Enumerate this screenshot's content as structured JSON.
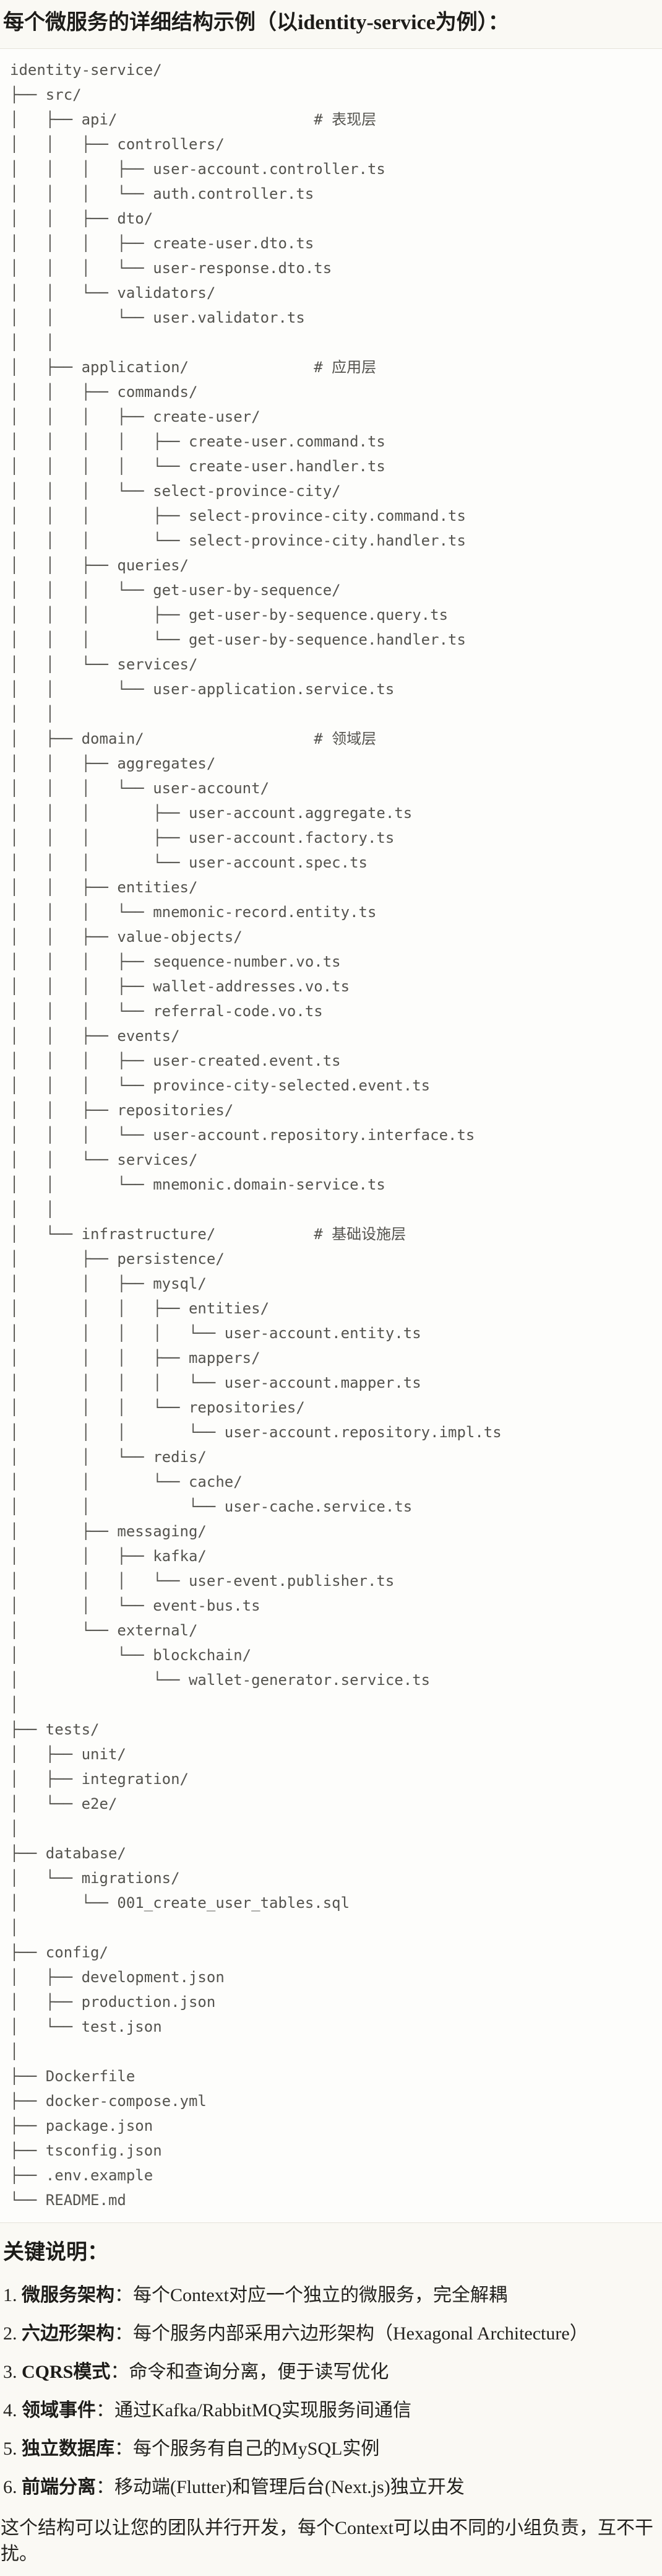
{
  "title": "每个微服务的详细结构示例（以identity-service为例）：",
  "code_block": {
    "language": "text",
    "tree_lines": [
      "identity-service/",
      "├── src/",
      "│   ├── api/                      # 表现层",
      "│   │   ├── controllers/",
      "│   │   │   ├── user-account.controller.ts",
      "│   │   │   └── auth.controller.ts",
      "│   │   ├── dto/",
      "│   │   │   ├── create-user.dto.ts",
      "│   │   │   └── user-response.dto.ts",
      "│   │   └── validators/",
      "│   │       └── user.validator.ts",
      "│   │",
      "│   ├── application/              # 应用层",
      "│   │   ├── commands/",
      "│   │   │   ├── create-user/",
      "│   │   │   │   ├── create-user.command.ts",
      "│   │   │   │   └── create-user.handler.ts",
      "│   │   │   └── select-province-city/",
      "│   │   │       ├── select-province-city.command.ts",
      "│   │   │       └── select-province-city.handler.ts",
      "│   │   ├── queries/",
      "│   │   │   └── get-user-by-sequence/",
      "│   │   │       ├── get-user-by-sequence.query.ts",
      "│   │   │       └── get-user-by-sequence.handler.ts",
      "│   │   └── services/",
      "│   │       └── user-application.service.ts",
      "│   │",
      "│   ├── domain/                   # 领域层",
      "│   │   ├── aggregates/",
      "│   │   │   └── user-account/",
      "│   │   │       ├── user-account.aggregate.ts",
      "│   │   │       ├── user-account.factory.ts",
      "│   │   │       └── user-account.spec.ts",
      "│   │   ├── entities/",
      "│   │   │   └── mnemonic-record.entity.ts",
      "│   │   ├── value-objects/",
      "│   │   │   ├── sequence-number.vo.ts",
      "│   │   │   ├── wallet-addresses.vo.ts",
      "│   │   │   └── referral-code.vo.ts",
      "│   │   ├── events/",
      "│   │   │   ├── user-created.event.ts",
      "│   │   │   └── province-city-selected.event.ts",
      "│   │   ├── repositories/",
      "│   │   │   └── user-account.repository.interface.ts",
      "│   │   └── services/",
      "│   │       └── mnemonic.domain-service.ts",
      "│   │",
      "│   └── infrastructure/           # 基础设施层",
      "│       ├── persistence/",
      "│       │   ├── mysql/",
      "│       │   │   ├── entities/",
      "│       │   │   │   └── user-account.entity.ts",
      "│       │   │   ├── mappers/",
      "│       │   │   │   └── user-account.mapper.ts",
      "│       │   │   └── repositories/",
      "│       │   │       └── user-account.repository.impl.ts",
      "│       │   └── redis/",
      "│       │       └── cache/",
      "│       │           └── user-cache.service.ts",
      "│       ├── messaging/",
      "│       │   ├── kafka/",
      "│       │   │   └── user-event.publisher.ts",
      "│       │   └── event-bus.ts",
      "│       └── external/",
      "│           └── blockchain/",
      "│               └── wallet-generator.service.ts",
      "│",
      "├── tests/",
      "│   ├── unit/",
      "│   ├── integration/",
      "│   └── e2e/",
      "│",
      "├── database/",
      "│   └── migrations/",
      "│       └── 001_create_user_tables.sql",
      "│",
      "├── config/",
      "│   ├── development.json",
      "│   ├── production.json",
      "│   └── test.json",
      "│",
      "├── Dockerfile",
      "├── docker-compose.yml",
      "├── package.json",
      "├── tsconfig.json",
      "├── .env.example",
      "└── README.md"
    ]
  },
  "notes": {
    "heading": "关键说明：",
    "items": [
      {
        "num": "1.",
        "label": "微服务架构",
        "colon": "：",
        "desc": "每个Context对应一个独立的微服务，完全解耦"
      },
      {
        "num": "2.",
        "label": "六边形架构",
        "colon": "：",
        "desc": "每个服务内部采用六边形架构（Hexagonal Architecture）"
      },
      {
        "num": "3.",
        "label": "CQRS模式",
        "colon": "：",
        "desc": "命令和查询分离，便于读写优化"
      },
      {
        "num": "4.",
        "label": "领域事件",
        "colon": "：",
        "desc": "通过Kafka/RabbitMQ实现服务间通信"
      },
      {
        "num": "5.",
        "label": "独立数据库",
        "colon": "：",
        "desc": "每个服务有自己的MySQL实例"
      },
      {
        "num": "6.",
        "label": "前端分离",
        "colon": "：",
        "desc": "移动端(Flutter)和管理后台(Next.js)独立开发"
      }
    ]
  },
  "closing": "这个结构可以让您的团队并行开发，每个Context可以由不同的小组负责，互不干扰。",
  "colors": {
    "page-bg": "#faf9f4",
    "code-bg": "#fdfdfb",
    "code-border": "#e6e3da",
    "heading-color": "#1d1c19",
    "body-color": "#23221e",
    "code-color": "#54534e"
  }
}
